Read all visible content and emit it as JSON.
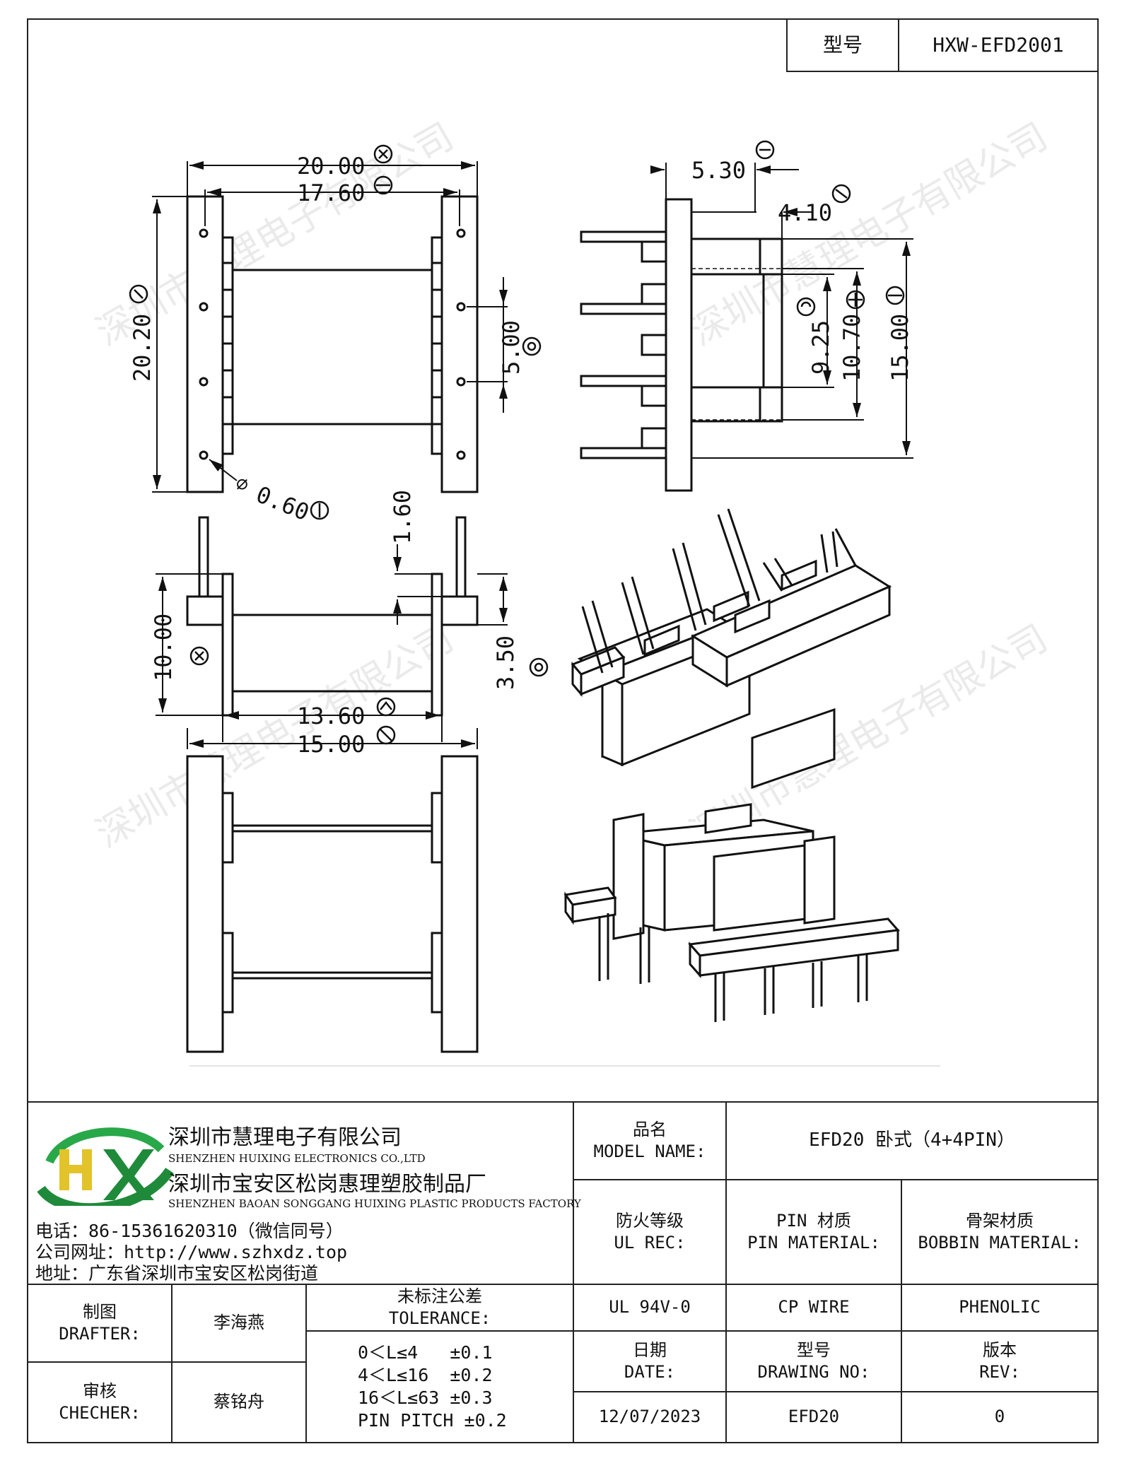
{
  "header": {
    "model_label": "型号",
    "model_value": "HXW-EFD2001"
  },
  "watermark": "深圳市慧理电子有限公司",
  "dims": {
    "d_b": "20.00",
    "d_c": "17.60",
    "d_a": "20.20",
    "d_e": "5.00",
    "d_j": "0.60",
    "d_d": "5.30",
    "d_f": "4.10",
    "d_g": "9.25",
    "d_h": "10.70",
    "d_i": "15.00",
    "d_l": "1.60",
    "d_k": "10.00",
    "d_o": "3.50",
    "d_m": "13.60",
    "d_n": "15.00",
    "diameter": "⌀"
  },
  "company": {
    "name_cn": "深圳市慧理电子有限公司",
    "name_en": "SHENZHEN HUIXING ELECTRONICS CO.,LTD",
    "factory_cn": "深圳市宝安区松岗惠理塑胶制品厂",
    "factory_en": "SHENZHEN BAOAN SONGGANG HUIXING PLASTIC PRODUCTS FACTORY",
    "phone": "电话：86-15361620310（微信同号）",
    "web": "公司网址：http://www.szhxdz.top",
    "address": "地址：广东省深圳市宝安区松岗街道",
    "logo_text": "HX"
  },
  "title_block": {
    "model_name_cn": "品名",
    "model_name_en": "MODEL NAME:",
    "model_name_value": "EFD20 卧式（4+4PIN）",
    "ul_cn": "防火等级",
    "ul_en": "UL REC:",
    "pin_cn": "PIN 材质",
    "pin_en": "PIN MATERIAL:",
    "bobbin_cn": "骨架材质",
    "bobbin_en": "BOBBIN MATERIAL:",
    "ul_value": "UL 94V-0",
    "pin_value": "CP WIRE",
    "bobbin_value": "PHENOLIC",
    "drafter_cn": "制图",
    "drafter_en": "DRAFTER:",
    "drafter_value": "李海燕",
    "checker_cn": "审核",
    "checker_en": "CHECHER:",
    "checker_value": "蔡铭舟",
    "tol_cn": "未标注公差",
    "tol_en": "TOLERANCE:",
    "tol_lines": [
      "0＜L≤4   ±0.1",
      "4＜L≤16  ±0.2",
      "16＜L≤63 ±0.3",
      "PIN PITCH ±0.2"
    ],
    "date_cn": "日期",
    "date_en": "DATE:",
    "date_value": "12/07/2023",
    "dwg_cn": "型号",
    "dwg_en": "DRAWING NO:",
    "dwg_value": "EFD20",
    "rev_cn": "版本",
    "rev_en": "REV:",
    "rev_value": "0"
  }
}
